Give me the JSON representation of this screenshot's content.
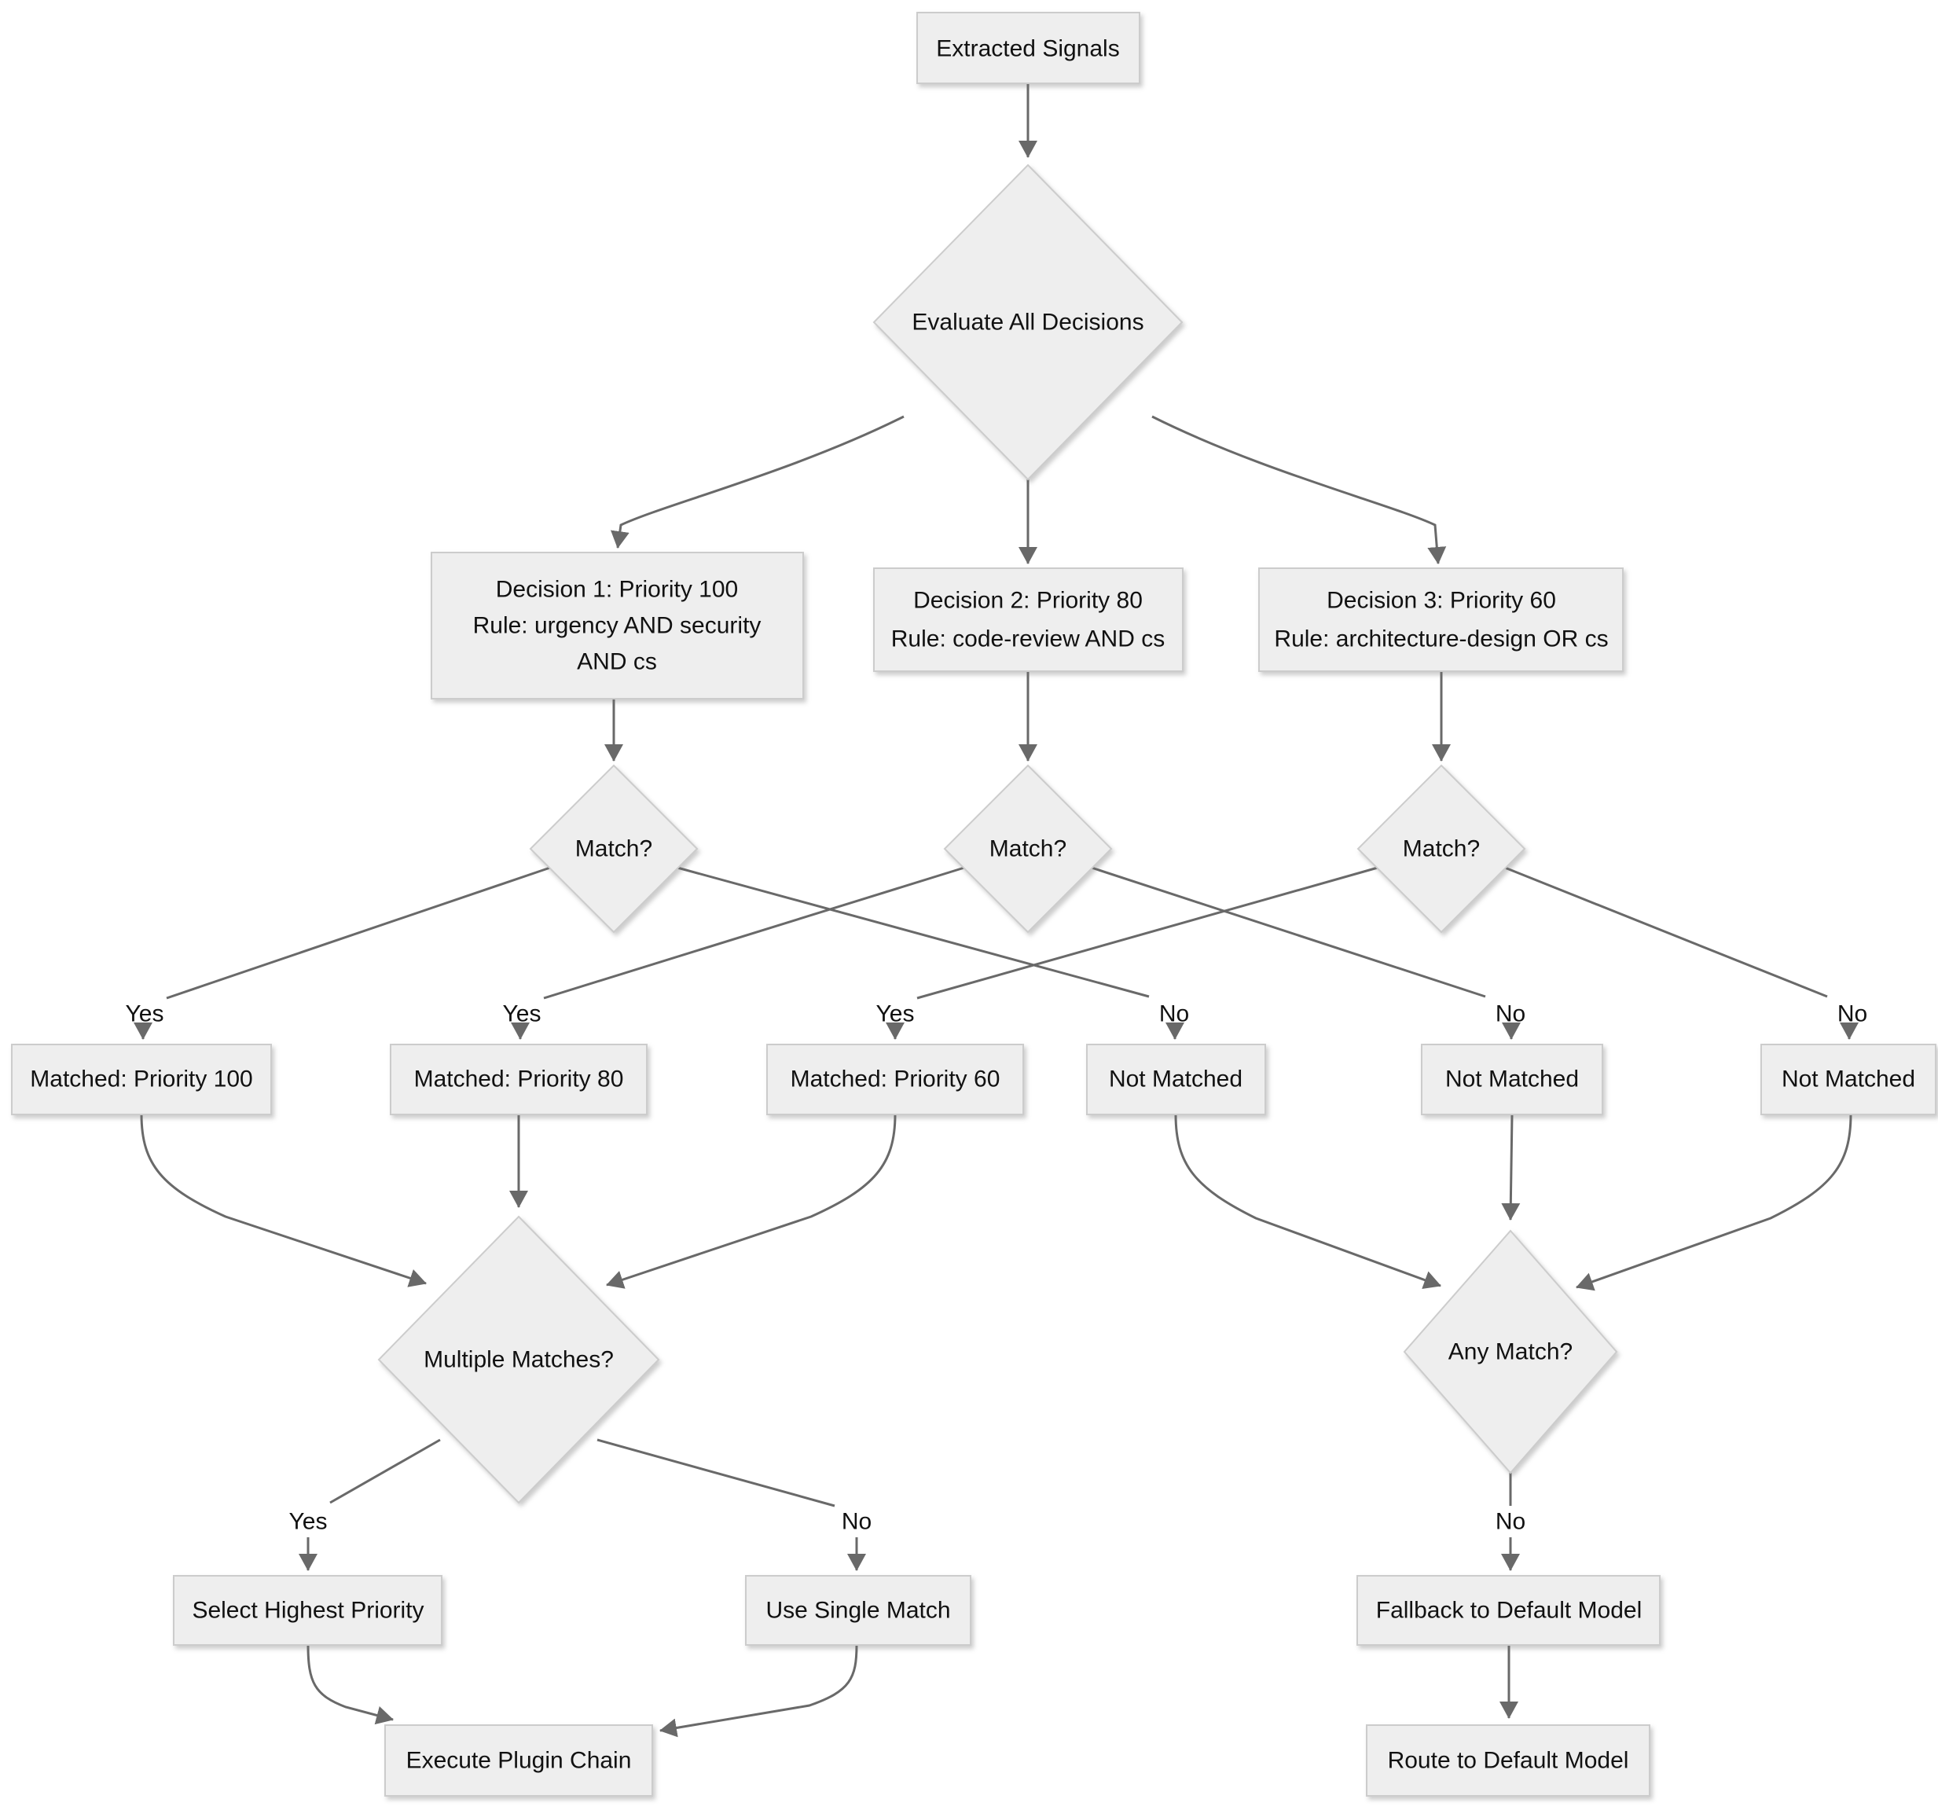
{
  "diagram": {
    "title_hint": "Decision routing flowchart",
    "colors": {
      "background": "#ffffff",
      "node_fill": "#eeeeee",
      "node_border": "#cccccc",
      "edge": "#696969",
      "text": "#111111"
    },
    "nodes": {
      "extracted_signals": "Extracted Signals",
      "evaluate_all": "Evaluate All Decisions",
      "decision1": {
        "line1": "Decision 1: Priority 100",
        "line2": "Rule: urgency AND security",
        "line3": "AND cs"
      },
      "decision2": {
        "line1": "Decision 2: Priority 80",
        "line2": "Rule: code-review AND cs"
      },
      "decision3": {
        "line1": "Decision 3: Priority 60",
        "line2": "Rule: architecture-design OR cs"
      },
      "match_question": "Match?",
      "matched_100": "Matched: Priority 100",
      "matched_80": "Matched: Priority 80",
      "matched_60": "Matched: Priority 60",
      "not_matched": "Not Matched",
      "multiple_matches": "Multiple Matches?",
      "any_match": "Any Match?",
      "select_highest_priority": "Select Highest Priority",
      "use_single_match": "Use Single Match",
      "fallback_default": "Fallback to Default Model",
      "execute_plugin_chain": "Execute Plugin Chain",
      "route_default": "Route to Default Model"
    },
    "edge_labels": {
      "yes": "Yes",
      "no": "No"
    }
  }
}
